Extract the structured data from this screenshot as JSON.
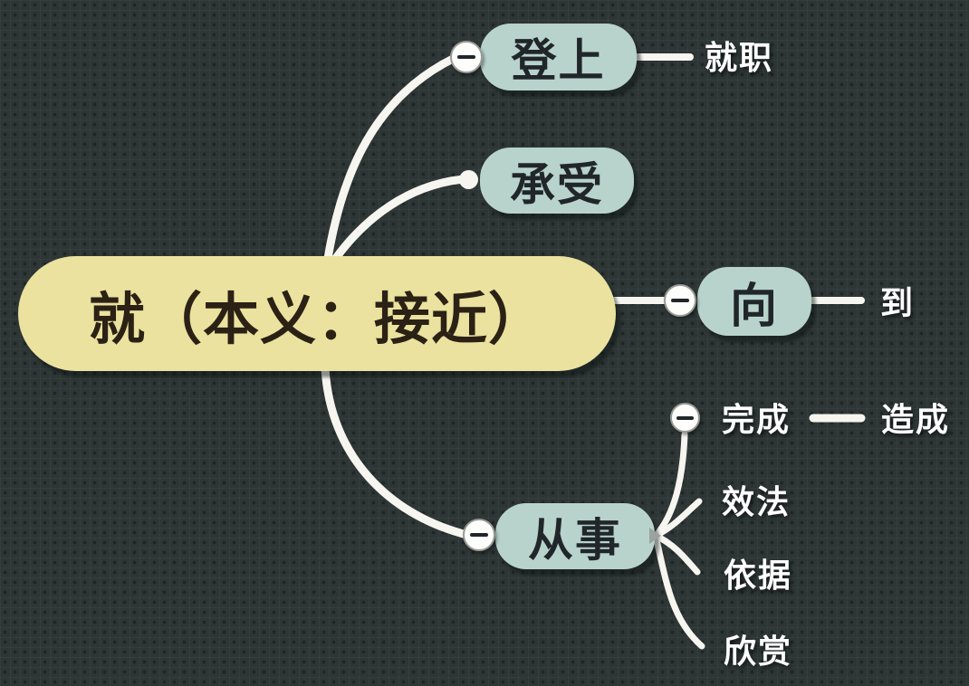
{
  "colors": {
    "background": "#2d3535",
    "branch_node": "#b8d3cb",
    "root_node": "#eae29e",
    "node_text": "#20262a",
    "root_text": "#2b2115",
    "label_text": "#ffffff",
    "connector": "#f6f5f0"
  },
  "mindmap": {
    "root": {
      "label": "就（本义：接近）"
    },
    "branches": [
      {
        "label": "登上",
        "has_collapse_icon": true,
        "children": [
          {
            "label": "就职"
          }
        ]
      },
      {
        "label": "承受",
        "has_collapse_icon": false,
        "children": []
      },
      {
        "label": "向",
        "has_collapse_icon": true,
        "children": [
          {
            "label": "到"
          }
        ]
      },
      {
        "label": "从事",
        "has_collapse_icon": true,
        "children": [
          {
            "label": "完成",
            "has_collapse_icon": true,
            "children": [
              {
                "label": "造成"
              }
            ]
          },
          {
            "label": "效法"
          },
          {
            "label": "依据"
          },
          {
            "label": "欣赏"
          }
        ]
      }
    ]
  }
}
